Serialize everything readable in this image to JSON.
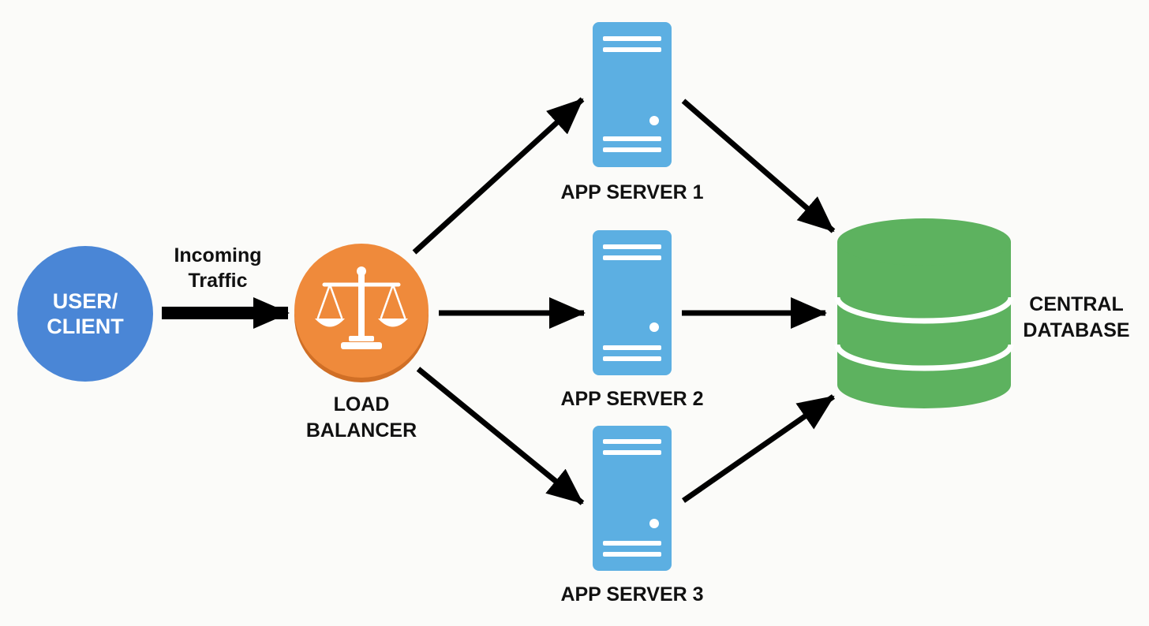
{
  "colors": {
    "client": "#4a86d6",
    "load_balancer": "#ef8a3b",
    "load_balancer_shadow": "#d06f26",
    "server": "#5cafe2",
    "database": "#5db25f",
    "arrow": "#000000"
  },
  "client": {
    "line1": "USER/",
    "line2": "CLIENT",
    "icon": "circle-node"
  },
  "traffic": {
    "line1": "Incoming",
    "line2": "Traffic"
  },
  "load_balancer": {
    "line1": "LOAD",
    "line2": "BALANCER",
    "icon": "scales-icon"
  },
  "servers": [
    {
      "label": "APP SERVER 1",
      "icon": "server-icon"
    },
    {
      "label": "APP SERVER 2",
      "icon": "server-icon"
    },
    {
      "label": "APP SERVER 3",
      "icon": "server-icon"
    }
  ],
  "database": {
    "line1": "CENTRAL",
    "line2": "DATABASE",
    "icon": "database-icon"
  }
}
